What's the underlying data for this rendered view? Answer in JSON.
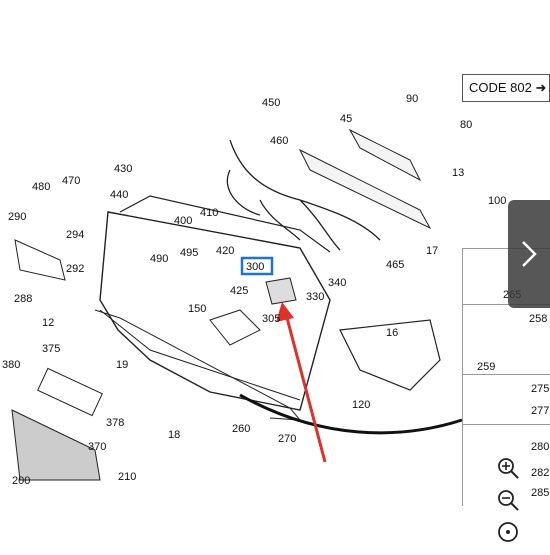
{
  "code_label": "CODE 802",
  "highlight_label": "300",
  "part_labels": [
    "450",
    "90",
    "460",
    "45",
    "80",
    "430",
    "470",
    "480",
    "440",
    "400",
    "410",
    "290",
    "294",
    "292",
    "288",
    "420",
    "425",
    "490",
    "495",
    "150",
    "13",
    "100",
    "17",
    "465",
    "340",
    "330",
    "305",
    "16",
    "12",
    "375",
    "19",
    "380",
    "378",
    "18",
    "120",
    "260",
    "270",
    "370",
    "200",
    "210"
  ],
  "thumb_labels": [
    "265",
    "258",
    "259",
    "275",
    "277",
    "280",
    "282",
    "285"
  ],
  "zoom_controls": [
    "zoom-in",
    "zoom-out",
    "reset"
  ],
  "colors": {
    "highlight": "#1b73d6",
    "arrow": "#e0302a",
    "nav": "#3a3a3a"
  }
}
